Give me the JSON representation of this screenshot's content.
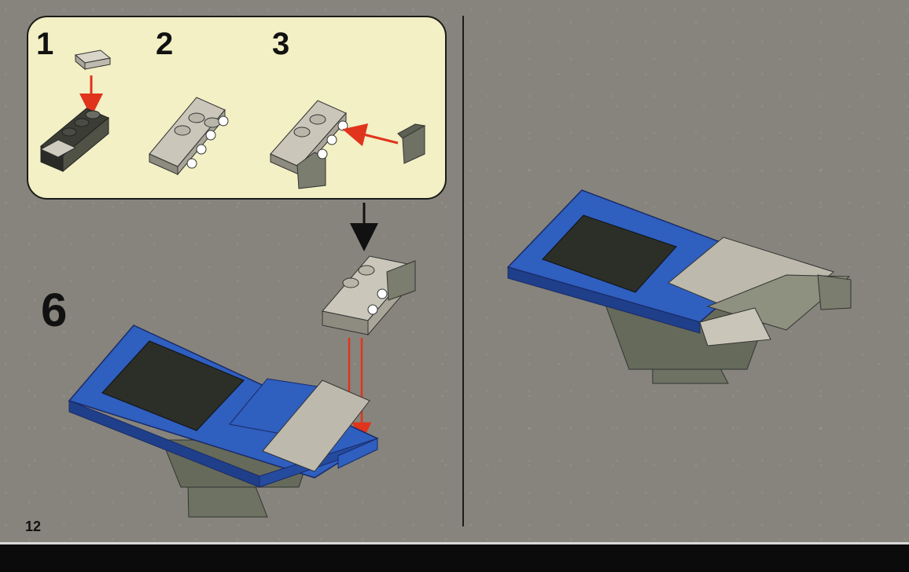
{
  "substeps": [
    {
      "label": "1"
    },
    {
      "label": "2"
    },
    {
      "label": "3"
    }
  ],
  "step_number": "6",
  "page_number": "12",
  "colors": {
    "background": "#86847c",
    "panel": "#f2f0c4",
    "blue_plate": "#2f5fbf",
    "dark_plate": "#2c2e28",
    "light_gray": "#c9c6b9",
    "dark_gray": "#7d8070",
    "arrow_red": "#e0341c",
    "arrow_black": "#111111"
  },
  "icons": [
    "red-arrow-icon",
    "black-arrow-icon"
  ]
}
